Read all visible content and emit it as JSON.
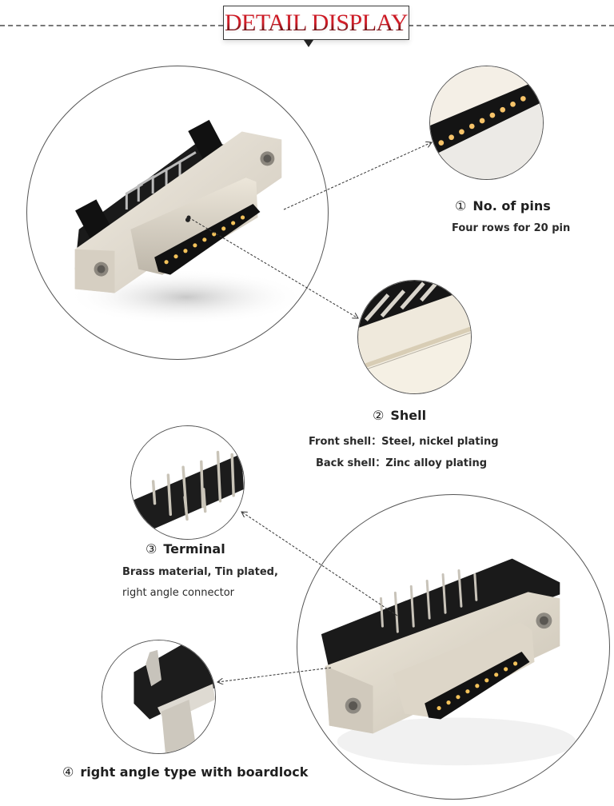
{
  "header": {
    "title": "DETAIL DISPLAY",
    "title_color": "#d01a24"
  },
  "features": [
    {
      "number": "①",
      "title": "No. of pins",
      "lines": [
        "Four rows for 20 pin"
      ]
    },
    {
      "number": "②",
      "title": "Shell",
      "lines": [
        "Front shell：Steel, nickel plating",
        "Back shell：Zinc alloy plating"
      ]
    },
    {
      "number": "③",
      "title": "Terminal",
      "lines": [
        "Brass material, Tin plated,",
        "right angle connector"
      ]
    },
    {
      "number": "④",
      "title": "right angle type with boardlock",
      "lines": []
    }
  ],
  "images": {
    "main_top": "connector-front-view",
    "detail_pins": "pins-closeup",
    "detail_shell": "shell-closeup",
    "detail_terminal": "terminal-closeup",
    "main_bottom": "connector-right-angle-view",
    "detail_boardlock": "boardlock-closeup"
  }
}
